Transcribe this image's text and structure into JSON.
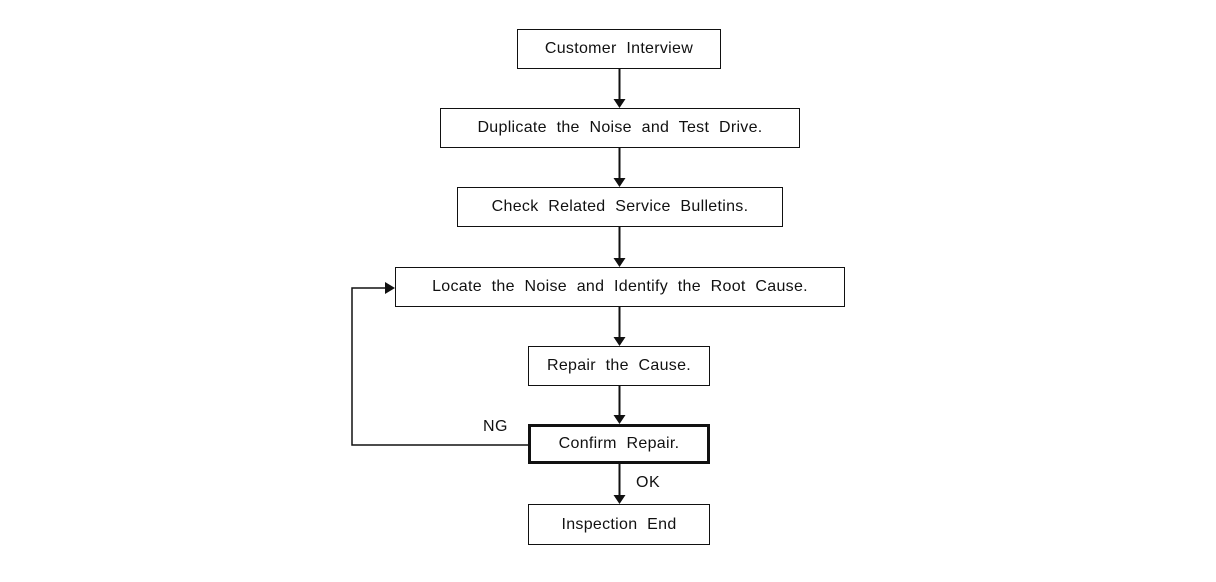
{
  "diagram": {
    "type": "flowchart",
    "nodes": [
      {
        "id": "customer-interview",
        "label": "Customer Interview"
      },
      {
        "id": "duplicate-noise-test-drive",
        "label": "Duplicate the Noise and Test Drive."
      },
      {
        "id": "check-related-service-bulletins",
        "label": "Check Related Service Bulletins."
      },
      {
        "id": "locate-noise-identify-root-cause",
        "label": "Locate the Noise and Identify the Root Cause."
      },
      {
        "id": "repair-the-cause",
        "label": "Repair the Cause."
      },
      {
        "id": "confirm-repair",
        "label": "Confirm Repair.",
        "border": "bold"
      },
      {
        "id": "inspection-end",
        "label": "Inspection End"
      }
    ],
    "edges": [
      {
        "from": "customer-interview",
        "to": "duplicate-noise-test-drive"
      },
      {
        "from": "duplicate-noise-test-drive",
        "to": "check-related-service-bulletins"
      },
      {
        "from": "check-related-service-bulletins",
        "to": "locate-noise-identify-root-cause"
      },
      {
        "from": "locate-noise-identify-root-cause",
        "to": "repair-the-cause"
      },
      {
        "from": "repair-the-cause",
        "to": "confirm-repair"
      },
      {
        "from": "confirm-repair",
        "to": "inspection-end",
        "label": "OK"
      },
      {
        "from": "confirm-repair",
        "to": "locate-noise-identify-root-cause",
        "label": "NG",
        "type": "loop-back"
      }
    ],
    "colors": {
      "line": "#111111",
      "box_border": "#111111",
      "text": "#111111",
      "background": "#ffffff"
    }
  }
}
